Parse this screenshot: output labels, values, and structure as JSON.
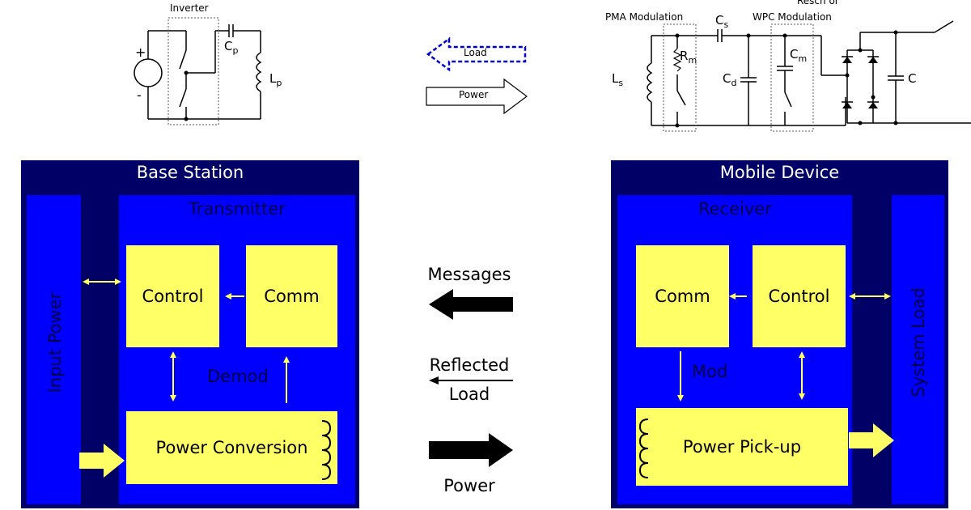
{
  "inverter_circuit": {
    "inverter_label": "Inverter",
    "cp_label": "C",
    "cp_sub": "p",
    "lp_label": "L",
    "lp_sub": "p",
    "plus": "+",
    "minus": "-"
  },
  "middle_arrows": {
    "load_label": "Load",
    "power_label": "Power"
  },
  "receiver_circuit": {
    "pma_label": "PMA  Modulation",
    "wpc_top_label": "Resch or",
    "wpc_label": "WPC Modulation",
    "cs_label": "C",
    "cs_sub": "s",
    "rm_label": "R",
    "rm_sub": "m",
    "ls_label": "L",
    "ls_sub": "s",
    "cd_label": "C",
    "cd_sub": "d",
    "cm_label": "C",
    "cm_sub": "m",
    "c_label": "C"
  },
  "base_station": {
    "title": "Base Station",
    "transmitter": "Transmitter",
    "input_power": "Input Power",
    "control": "Control",
    "comm": "Comm",
    "demod": "Demod",
    "power_conversion": "Power Conversion"
  },
  "mobile_device": {
    "title": "Mobile Device",
    "receiver": "Receiver",
    "system_load": "System Load",
    "comm": "Comm",
    "control": "Control",
    "mod": "Mod",
    "power_pickup": "Power Pick-up"
  },
  "center": {
    "messages": "Messages",
    "reflected": "Reflected",
    "load": "Load",
    "power": "Power"
  },
  "colors": {
    "dark_blue": "#000066",
    "blue": "#0000ff",
    "yellow": "#ffff66",
    "black": "#000000"
  }
}
